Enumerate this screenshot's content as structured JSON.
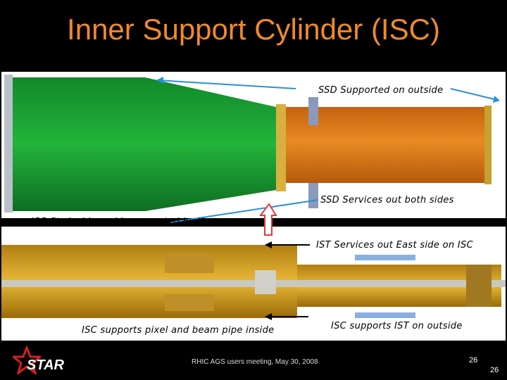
{
  "slide": {
    "title": "Inner Support Cylinder  (ISC)",
    "labels": {
      "ssd_supported": "SSD Supported on outside",
      "ssd_services": "SSD Services out both sides",
      "isc_fits": "ISC fits inside and is supported by the cone",
      "ist_services": "IST Services out East side on ISC",
      "isc_pixel": "ISC supports pixel and beam pipe inside",
      "isc_ist": "ISC supports IST on outside"
    },
    "footer": {
      "logo_text": "STAR",
      "meeting": "RHIC AGS users meeting, May 30, 2008",
      "page": "26",
      "page_corner": "26"
    },
    "colors": {
      "title": "#f08a28",
      "cone_green": "#1aa832",
      "cylinder_orange": "#e07a18",
      "gold": "#d9a62a",
      "arrow_blue": "#2a8fd8"
    }
  }
}
